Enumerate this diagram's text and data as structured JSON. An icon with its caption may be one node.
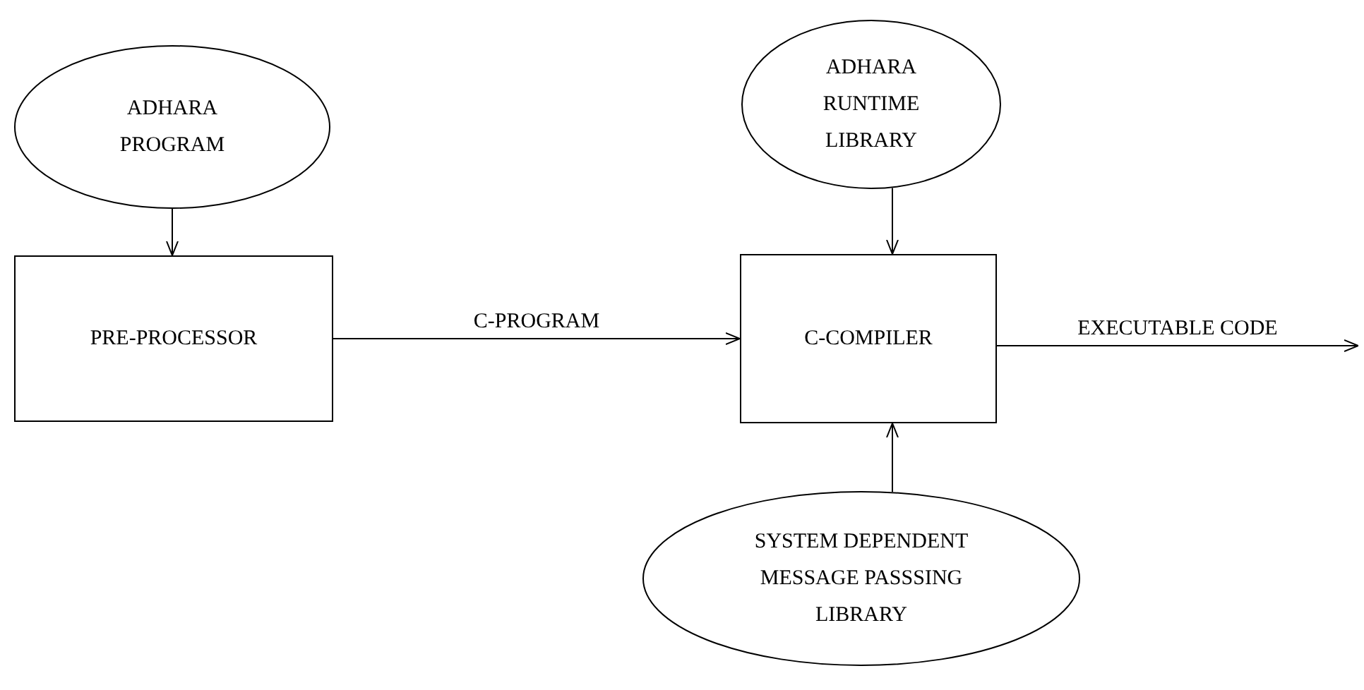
{
  "diagram": {
    "nodes": [
      {
        "text": [
          "ADHARA PROGRAM"
        ]
      },
      {
        "text": [
          "PRE-PROCESSOR"
        ]
      },
      {
        "text": [
          "C-COMPILER"
        ]
      },
      {
        "text": [
          "ADHARA RUNTIME LIBRARY"
        ]
      },
      {
        "text": [
          "SYSTEM DEPENDENT MESSAGE PASSSING LIBRARY"
        ]
      }
    ],
    "edges": [
      {
        "from": 0,
        "to": 1,
        "arrow": "to"
      },
      {
        "from": 1,
        "to": 2,
        "arrow": "to",
        "label": "C-PROGRAM"
      },
      {
        "from": 3,
        "to": 2,
        "arrow": "to"
      },
      {
        "from": 4,
        "to": 2,
        "arrow": "to"
      },
      {
        "from": 2,
        "to": null,
        "arrow": "to",
        "label": "EXECUTABLE CODE"
      }
    ]
  }
}
